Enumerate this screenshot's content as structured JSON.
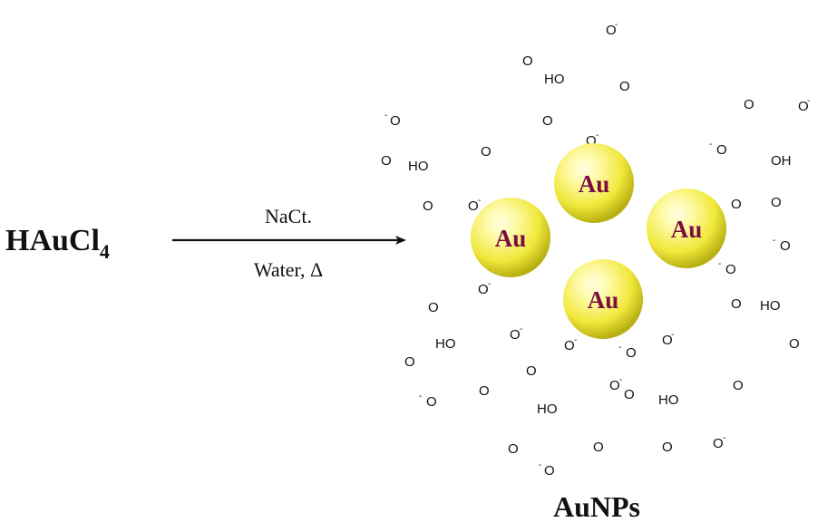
{
  "reactant": {
    "main": "HAuCl",
    "subscript": "4"
  },
  "conditions": {
    "above": "NaCt.",
    "below": "Water, Δ"
  },
  "particle_label": "Au",
  "product_label": "AuNPs",
  "atoms": {
    "oxygen": "O",
    "hydroxyl": "HO",
    "hydroxyl_reversed": "OH",
    "negative": "-"
  },
  "colors": {
    "gold_core": "#fffbb0",
    "gold_mid": "#f0e83a",
    "gold_edge": "#b8b012",
    "au_text": "#7a0e3e"
  }
}
